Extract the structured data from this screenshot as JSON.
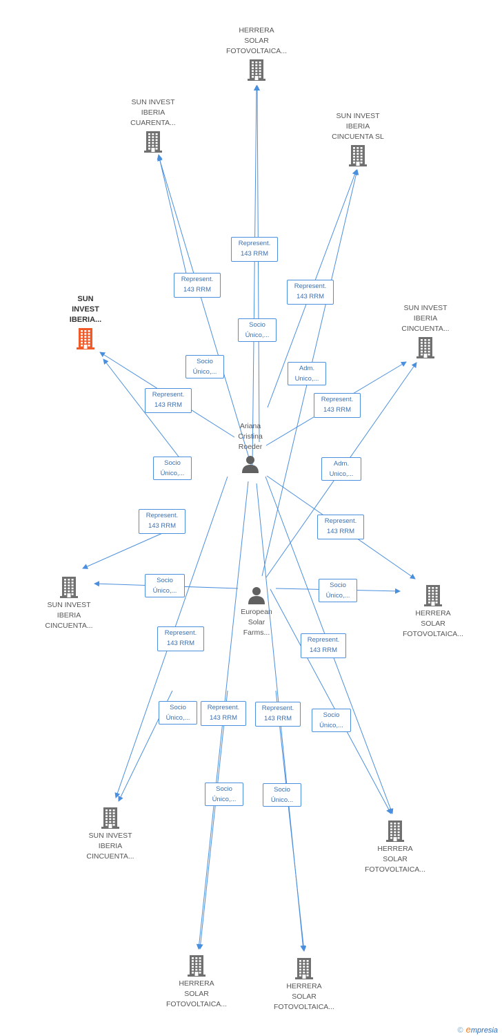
{
  "colors": {
    "edge": "#4a8fde",
    "building": "#707070",
    "building_main": "#f05a28",
    "person": "#606060",
    "text": "#555555"
  },
  "nodes": {
    "n_main": {
      "type": "company",
      "main": true,
      "lines": [
        "SUN",
        "INVEST",
        "IBERIA..."
      ]
    },
    "n_top": {
      "type": "company",
      "lines": [
        "HERRERA",
        "SOLAR",
        "FOTOVOLTAICA..."
      ]
    },
    "n_topleft": {
      "type": "company",
      "lines": [
        "SUN INVEST",
        "IBERIA",
        "CUARENTA..."
      ]
    },
    "n_topright": {
      "type": "company",
      "lines": [
        "SUN INVEST",
        "IBERIA",
        "CINCUENTA SL"
      ]
    },
    "n_right1": {
      "type": "company",
      "lines": [
        "SUN INVEST",
        "IBERIA",
        "CINCUENTA..."
      ]
    },
    "n_left_mid": {
      "type": "company",
      "lines": [
        "SUN INVEST",
        "IBERIA",
        "CINCUENTA..."
      ]
    },
    "n_right_mid": {
      "type": "company",
      "lines": [
        "HERRERA",
        "SOLAR",
        "FOTOVOLTAICA..."
      ]
    },
    "n_bot_left": {
      "type": "company",
      "lines": [
        "SUN INVEST",
        "IBERIA",
        "CINCUENTA..."
      ]
    },
    "n_bot_right": {
      "type": "company",
      "lines": [
        "HERRERA",
        "SOLAR",
        "FOTOVOLTAICA..."
      ]
    },
    "n_bot_c1": {
      "type": "company",
      "lines": [
        "HERRERA",
        "SOLAR",
        "FOTOVOLTAICA..."
      ]
    },
    "n_bot_c2": {
      "type": "company",
      "lines": [
        "HERRERA",
        "SOLAR",
        "FOTOVOLTAICA..."
      ]
    },
    "p_ariana": {
      "type": "person",
      "lines": [
        "Ariana",
        "Cristina",
        "Roeder"
      ]
    },
    "p_european": {
      "type": "person",
      "lines": [
        "European",
        "Solar",
        "Farms..."
      ]
    }
  },
  "edge_labels": [
    {
      "lines": [
        "Represent.",
        "143 RRM"
      ]
    },
    {
      "lines": [
        "Represent.",
        "143 RRM"
      ]
    },
    {
      "lines": [
        "Represent.",
        "143 RRM"
      ]
    },
    {
      "lines": [
        "Socio",
        "Único,..."
      ]
    },
    {
      "lines": [
        "Socio",
        "Único,..."
      ]
    },
    {
      "lines": [
        "Adm.",
        "Unico,..."
      ]
    },
    {
      "lines": [
        "Represent.",
        "143 RRM"
      ]
    },
    {
      "lines": [
        "Represent.",
        "143 RRM"
      ]
    },
    {
      "lines": [
        "Socio",
        "Único,..."
      ]
    },
    {
      "lines": [
        "Adm.",
        "Unico,..."
      ]
    },
    {
      "lines": [
        "Represent.",
        "143 RRM"
      ]
    },
    {
      "lines": [
        "Represent.",
        "143 RRM"
      ]
    },
    {
      "lines": [
        "Socio",
        "Único,..."
      ]
    },
    {
      "lines": [
        "Socio",
        "Único,..."
      ]
    },
    {
      "lines": [
        "Represent.",
        "143 RRM"
      ]
    },
    {
      "lines": [
        "Represent.",
        "143 RRM"
      ]
    },
    {
      "lines": [
        "Socio",
        "Único,..."
      ]
    },
    {
      "lines": [
        "Represent.",
        "143 RRM"
      ]
    },
    {
      "lines": [
        "Represent.",
        "143 RRM"
      ]
    },
    {
      "lines": [
        "Socio",
        "Único,..."
      ]
    },
    {
      "lines": [
        "Socio",
        "Único,..."
      ]
    },
    {
      "lines": [
        "Socio",
        "Único..."
      ]
    }
  ],
  "edges": [
    {
      "from": "p_ariana",
      "to": "n_top"
    },
    {
      "from": "p_ariana",
      "to": "n_topleft"
    },
    {
      "from": "p_ariana",
      "to": "n_topright"
    },
    {
      "from": "p_ariana",
      "to": "n_main"
    },
    {
      "from": "p_ariana",
      "to": "n_right1"
    },
    {
      "from": "p_ariana",
      "to": "n_left_mid"
    },
    {
      "from": "p_ariana",
      "to": "n_right_mid"
    },
    {
      "from": "p_ariana",
      "to": "n_bot_left"
    },
    {
      "from": "p_ariana",
      "to": "n_bot_right"
    },
    {
      "from": "p_ariana",
      "to": "n_bot_c1"
    },
    {
      "from": "p_ariana",
      "to": "n_bot_c2"
    },
    {
      "from": "p_european",
      "to": "n_top"
    },
    {
      "from": "p_european",
      "to": "n_topleft"
    },
    {
      "from": "p_european",
      "to": "n_topright"
    },
    {
      "from": "p_european",
      "to": "n_main"
    },
    {
      "from": "p_european",
      "to": "n_right1"
    },
    {
      "from": "p_european",
      "to": "n_left_mid"
    },
    {
      "from": "p_european",
      "to": "n_right_mid"
    },
    {
      "from": "p_european",
      "to": "n_bot_left"
    },
    {
      "from": "p_european",
      "to": "n_bot_right"
    },
    {
      "from": "p_european",
      "to": "n_bot_c1"
    },
    {
      "from": "p_european",
      "to": "n_bot_c2"
    }
  ],
  "footer": {
    "copyright": "©",
    "brand_e": "e",
    "brand_rest": "mpresia"
  }
}
